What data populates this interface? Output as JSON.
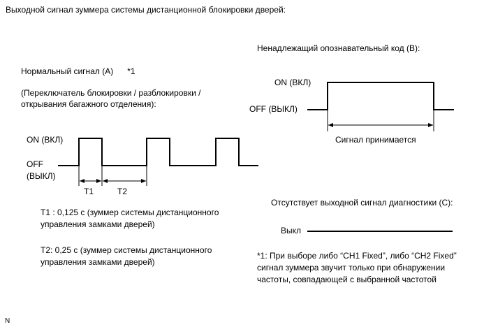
{
  "title": "Выходной сигнал зуммера системы дистанционной блокировки дверей:",
  "normal": {
    "heading": "Нормальный сигнал (A)",
    "note_ref": "*1",
    "subtitle_line1": "(Переключатель блокировки / разблокировки /",
    "subtitle_line2": "открывания багажного отделения):",
    "on_label": "ON (ВКЛ)",
    "off_label_line1": "OFF",
    "off_label_line2": "(ВЫКЛ)",
    "t1_label": "T1",
    "t2_label": "T2",
    "t1_desc_line1": "T1 : 0,125 с (зуммер системы дистанционного",
    "t1_desc_line2": "управления замками дверей)",
    "t2_desc_line1": "T2: 0,25 с (зуммер системы дистанционного",
    "t2_desc_line2": "управления замками дверей)"
  },
  "improper": {
    "heading": "Ненадлежащий опознавательный код (B):",
    "on_label": "ON (ВКЛ)",
    "off_label": "OFF (ВЫКЛ)",
    "signal_label": "Сигнал принимается"
  },
  "no_output": {
    "heading": "Отсутствует выходной сигнал диагностики (C):",
    "off_label": "Выкл"
  },
  "footnote": {
    "line1": "*1: При выборе либо “CH1 Fixed”, либо “CH2 Fixed”",
    "line2": "сигнал зуммера звучит только при обнаружении",
    "line3": "частоты, совпадающей с выбранной частотой"
  },
  "corner_mark": "N"
}
